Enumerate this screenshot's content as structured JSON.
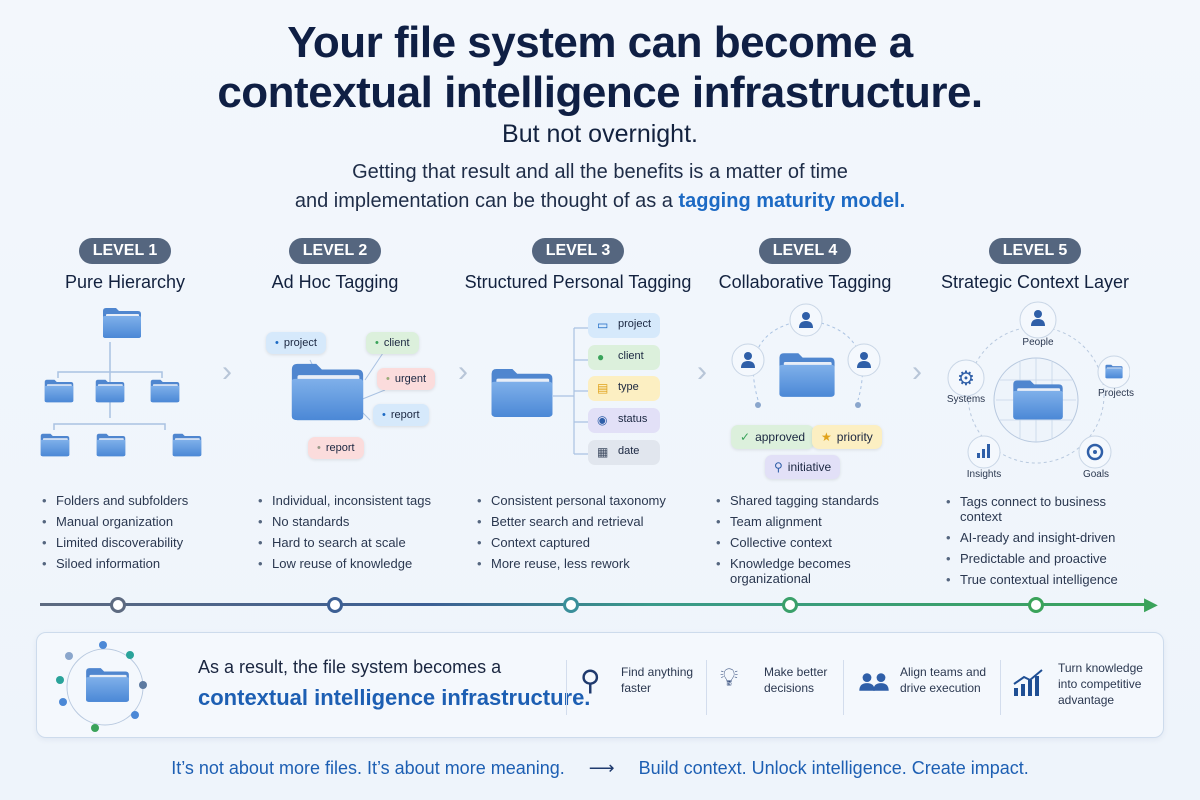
{
  "header": {
    "title_line1": "Your file system can become a",
    "title_line2": "contextual intelligence infrastructure.",
    "subtitle": "But not overnight.",
    "desc_line1": "Getting that result and all the benefits is a matter of time",
    "desc_line2_prefix": "and implementation can be thought of as a ",
    "desc_highlight": "tagging maturity model."
  },
  "levels": [
    {
      "badge": "LEVEL 1",
      "name": "Pure Hierarchy",
      "bullets": [
        "Folders and subfolders",
        "Manual organization",
        "Limited discoverability",
        "Siloed information"
      ]
    },
    {
      "badge": "LEVEL 2",
      "name": "Ad Hoc Tagging",
      "bullets": [
        "Individual, inconsistent tags",
        "No standards",
        "Hard to search at scale",
        "Low reuse of knowledge"
      ],
      "tags": [
        "project",
        "client",
        "urgent",
        "report",
        "report"
      ]
    },
    {
      "badge": "LEVEL 3",
      "name": "Structured Personal Tagging",
      "bullets": [
        "Consistent personal taxonomy",
        "Better search and retrieval",
        "Context captured",
        "More reuse, less rework"
      ],
      "tags": [
        "project",
        "client",
        "type",
        "status",
        "date"
      ]
    },
    {
      "badge": "LEVEL 4",
      "name": "Collaborative Tagging",
      "bullets": [
        "Shared tagging standards",
        "Team alignment",
        "Collective context",
        "Knowledge becomes organizational"
      ],
      "tags": [
        "approved",
        "priority",
        "initiative"
      ]
    },
    {
      "badge": "LEVEL 5",
      "name": "Strategic Context Layer",
      "bullets": [
        "Tags connect to business context",
        "AI-ready and insight-driven",
        "Predictable and proactive",
        "True contextual intelligence"
      ],
      "nodes": [
        "People",
        "Projects",
        "Goals",
        "Insights",
        "Systems"
      ]
    }
  ],
  "result": {
    "line1": "As a result, the file system becomes a",
    "line2": "contextual intelligence infrastructure.",
    "benefits": [
      {
        "icon": "search-icon",
        "text1": "Find anything",
        "text2": "faster"
      },
      {
        "icon": "lightbulb-icon",
        "text1": "Make better",
        "text2": "decisions"
      },
      {
        "icon": "team-icon",
        "text1": "Align teams and",
        "text2": "drive execution"
      },
      {
        "icon": "growth-chart-icon",
        "text1": "Turn knowledge",
        "text2": "into competitive",
        "text3": "advantage"
      }
    ]
  },
  "footer": {
    "left": "It’s not about more files. It’s about more meaning.",
    "arrow": "⟶",
    "right": "Build context. Unlock intelligence. Create impact."
  },
  "colors": {
    "navy": "#0f1f44",
    "accent": "#1d6ac4",
    "badge": "#55667f",
    "green": "#3aa35a"
  }
}
